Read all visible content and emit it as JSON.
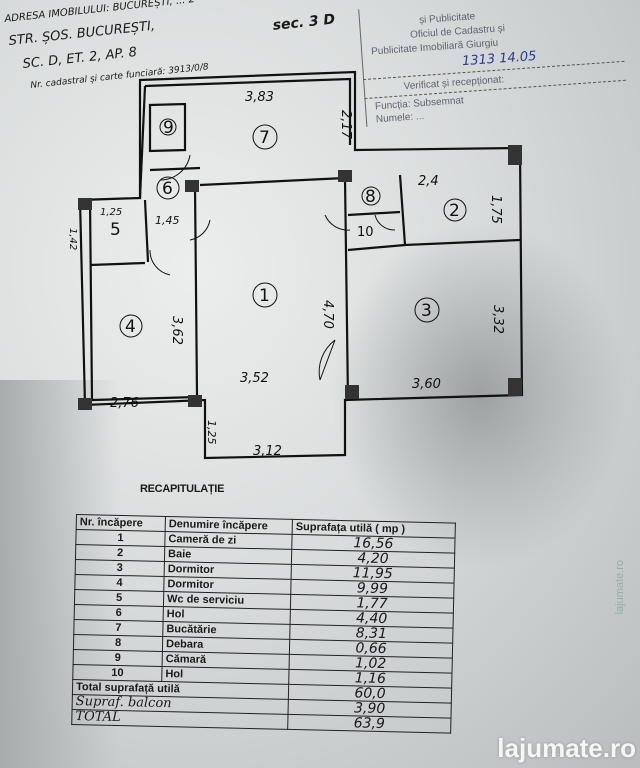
{
  "header": {
    "line1": "ADRESA IMOBILULUI: BUCUREȘTI, ... 2",
    "line2": "STR. ȘOS. BUCUREȘTI,",
    "line3": "SC. D, ET. 2, AP. 8",
    "line4": "Nr. cadastral și carte funciară: 3913/0/8",
    "sector_note": "sec. 3 D"
  },
  "stamp": {
    "line1": "și Publicitate",
    "line2": "Oficiul de Cadastru și",
    "line3": "Publicitate Imobiliară Giurgiu",
    "line4": "1313    14.05",
    "line5": "Verificat și recepționat:",
    "line6": "Funcția: Subsemnat",
    "line7": "Numele: ..."
  },
  "plan": {
    "rooms": [
      "1",
      "2",
      "3",
      "4",
      "5",
      "6",
      "7",
      "8",
      "9",
      "10"
    ],
    "dimensions": {
      "d383": "3,83",
      "d217": "2,17",
      "d24": "2,4",
      "d175": "1,75",
      "d125a": "1,25",
      "d145": "1,45",
      "d142": "1,42",
      "d362": "3,62",
      "d352": "3,52",
      "d470": "4,70",
      "d332": "3,32",
      "d360": "3,60",
      "d276": "2,76",
      "d125b": "1,25",
      "d312": "3,12"
    }
  },
  "table": {
    "title": "RECAPITULAȚIE",
    "headers": [
      "Nr. încăpere",
      "Denumire încăpere",
      "Suprafața utilă ( mp )"
    ],
    "rows": [
      {
        "nr": "1",
        "name": "Cameră de zi",
        "area": "16,56"
      },
      {
        "nr": "2",
        "name": "Baie",
        "area": "4,20"
      },
      {
        "nr": "3",
        "name": "Dormitor",
        "area": "11,95"
      },
      {
        "nr": "4",
        "name": "Dormitor",
        "area": "9,99"
      },
      {
        "nr": "5",
        "name": "Wc de serviciu",
        "area": "1,77"
      },
      {
        "nr": "6",
        "name": "Hol",
        "area": "4,40"
      },
      {
        "nr": "7",
        "name": "Bucătărie",
        "area": "8,31"
      },
      {
        "nr": "8",
        "name": "Debara",
        "area": "0,66"
      },
      {
        "nr": "9",
        "name": "Cămară",
        "area": "1,02"
      },
      {
        "nr": "10",
        "name": "Hol",
        "area": "1,16"
      }
    ],
    "total_label": "Total suprafață utilă",
    "total_value": "60,0",
    "balcony_label": "Supraf. balcon",
    "balcony_value": "3,90",
    "grand_label": "TOTAL",
    "grand_value": "63,9"
  },
  "watermark": "lajumate.ro"
}
